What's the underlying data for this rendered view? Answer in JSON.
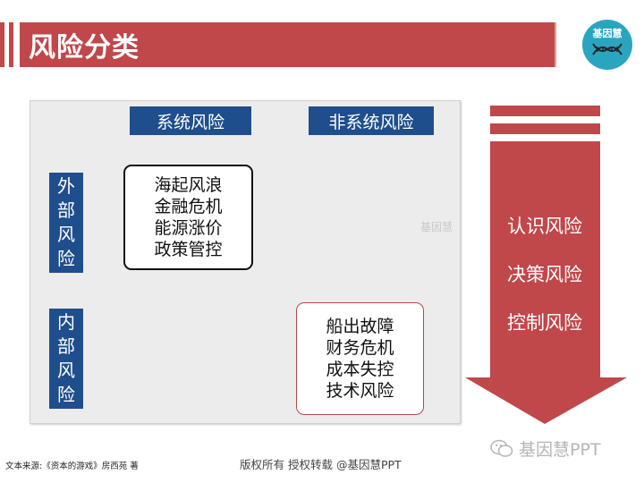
{
  "header": {
    "title": "风险分类",
    "logo_text": "基因慧"
  },
  "matrix": {
    "col_systematic": "系统风险",
    "col_nonsystematic": "非系统风险",
    "row_external": [
      "外",
      "部",
      "风",
      "险"
    ],
    "row_internal": [
      "内",
      "部",
      "风",
      "险"
    ],
    "systematic_risks": [
      "海起风浪",
      "金融危机",
      "能源涨价",
      "政策管控"
    ],
    "nonsystematic_risks": [
      "船出故障",
      "财务危机",
      "成本失控",
      "技术风险"
    ],
    "watermark": "基因慧"
  },
  "arrow": {
    "items": [
      "认识风险",
      "决策风险",
      "控制风险"
    ]
  },
  "footer": {
    "source": "文本来源:《资本的游戏》房西苑 著",
    "copyright": "版权所有  授权转载 @基因慧PPT",
    "wechat": "基因慧PPT"
  },
  "colors": {
    "accent_red": "#c0474a",
    "navy": "#1f4e8c",
    "logo_teal": "#2aa5c0"
  }
}
